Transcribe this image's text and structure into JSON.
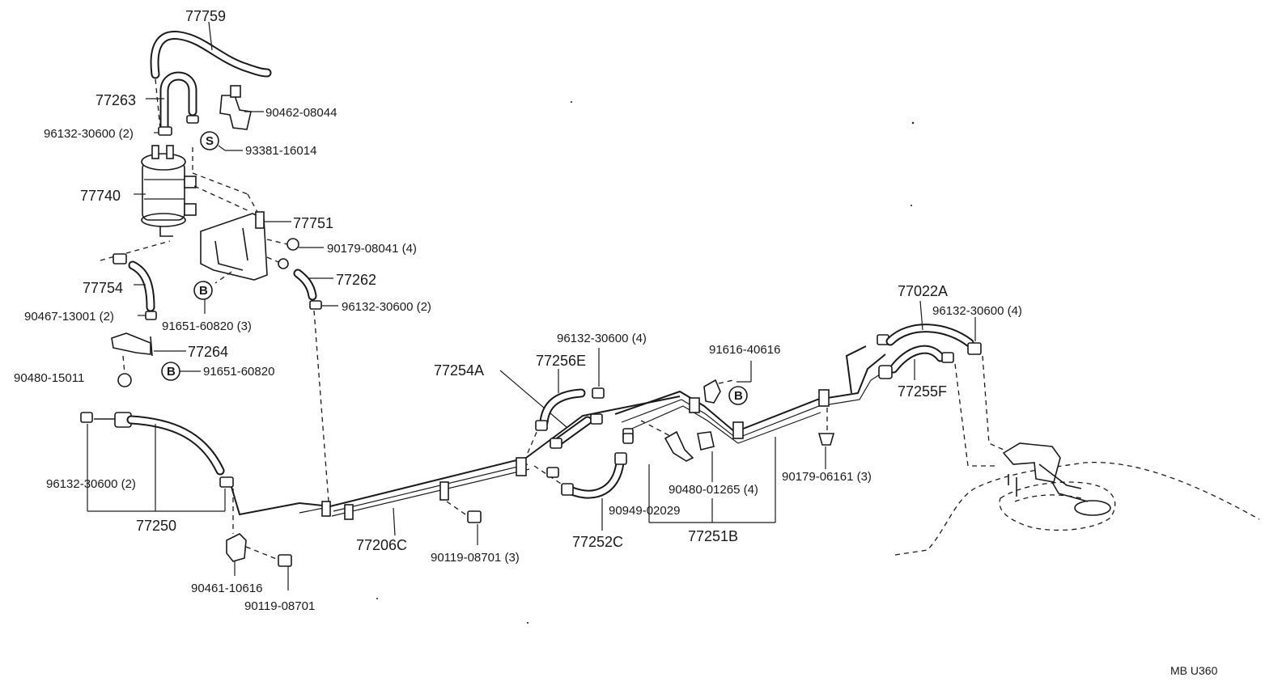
{
  "diagram_code": "MB U360",
  "symbols": {
    "s": "S",
    "b": "B"
  },
  "labels": {
    "p77759": "77759",
    "p77263": "77263",
    "p90462_08044": "90462-08044",
    "p96132_2a": "96132-30600 (2)",
    "p93381": "93381-16014",
    "p77740": "77740",
    "p77751": "77751",
    "p90179_08041": "90179-08041 (4)",
    "p77262": "77262",
    "p77754": "77754",
    "p96132_2b": "96132-30600 (2)",
    "p90467": "90467-13001 (2)",
    "p91651_3": "91651-60820 (3)",
    "p77264": "77264",
    "p90480_15011": "90480-15011",
    "p91651": "91651-60820",
    "p96132_4a": "96132-30600 (4)",
    "p77254A": "77254A",
    "p77256E": "77256E",
    "p91616": "91616-40616",
    "p77022A": "77022A",
    "p96132_4b": "96132-30600 (4)",
    "p77255F": "77255F",
    "p96132_2c": "96132-30600 (2)",
    "p77250": "77250",
    "p90461": "90461-10616",
    "p90119_08701": "90119-08701",
    "p77206C": "77206C",
    "p90119_3": "90119-08701 (3)",
    "p77252C": "77252C",
    "p90949": "90949-02029",
    "p90480_01265": "90480-01265 (4)",
    "p77251B": "77251B",
    "p90179_06161": "90179-06161 (3)"
  }
}
